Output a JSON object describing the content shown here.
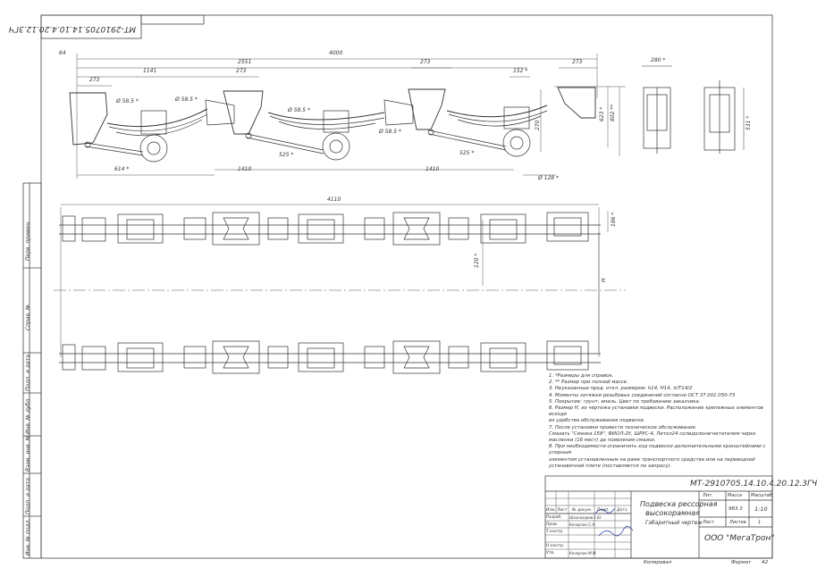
{
  "corner_code": "МТ-2910705.14.10.4.20.12.3ГЧ",
  "side_labels": [
    "Перв. примен.",
    "Справ. №",
    "Подп. и дата",
    "Инв. № дубл.",
    "Взам. инв. №",
    "Подп. и дата",
    "Инв. № подл."
  ],
  "top_dims": {
    "d64": "64",
    "d4000": "4000",
    "d2551": "2551",
    "d1141": "1141",
    "d273a": "273",
    "d273b": "273",
    "d273c": "273",
    "d273d": "273",
    "d152": "152 *",
    "d280": "280 *",
    "d531": "531 *",
    "d623": "623 *",
    "d802": "802 **",
    "d270": "270",
    "d614": "614 *",
    "d1410a": "1410",
    "d1410b": "1410",
    "d128": "Ø 128 *",
    "d525a": "525 *",
    "d525b": "525 *",
    "phi585a": "Ø 58.5 *",
    "phi585b": "Ø 58.5 *",
    "phi585c": "Ø 58.5 *",
    "phi585d": "Ø 58.5 *"
  },
  "plan_dims": {
    "d4110": "4110",
    "d186": "186 *",
    "d120": "120 *",
    "dH": "H"
  },
  "notes": [
    "1. *Размеры для справок.",
    "2. ** Размер при полной массе.",
    "3. Неуказанные пред. откл. размеров: h14, H14, ±IT14/2",
    "4. Моменты затяжки резьбовых соединений согласно ОСТ 37.001.050-73",
    "5. Покрытие: грунт, эмаль. Цвет по требованию заказчика.",
    "6. Размер H, из чертежа установки подвески. Расположение крепежных элементов исходя",
    "    из удобства обслуживания подвески.",
    "7. После установки провести техническое обслуживание.",
    "    Смазать \"Смазка 158\", ФИОЛ-2У, ШРУС-4, Литол24 солидолонагнетателем через",
    "    масленки (16 мест) до появления смазки.",
    "8. При необходимости ограничить ход подвески дополнительными кронштейнами с упорным",
    "    элементом установленным на раме транспортного средства или на переводной",
    "    установочной плите (поставляется по запросу)."
  ],
  "stamp": {
    "doc_number": "МТ-2910705.14.10.4.20.12.3ГЧ",
    "title1": "Подвеска рессорная",
    "title2": "высокорамная",
    "title3": "Габаритный чертеж",
    "lit_label": "Лит.",
    "mass_label": "Масса",
    "scale_label": "Масштаб",
    "mass": "983.3",
    "scale": "1:10",
    "sheet_label": "Лист",
    "sheets_label": "Листов",
    "sheets": "1",
    "company": "ООО \"МегаТрон\"",
    "rows": [
      "Изм.",
      "Лист",
      "№ докум.",
      "Подп.",
      "Дата"
    ],
    "razrab": "Разраб.",
    "prov": "Пров.",
    "tkontr": "Т.контр.",
    "nkontr": "Н.контр.",
    "utv": "Утв.",
    "razrab_name": "Шахназаров Е.Ю.",
    "prov_name": "Кочергин С.А.",
    "utv_name": "Кочергин М.М."
  },
  "footer": {
    "copy": "Копировал",
    "format_label": "Формат",
    "format": "A2"
  }
}
